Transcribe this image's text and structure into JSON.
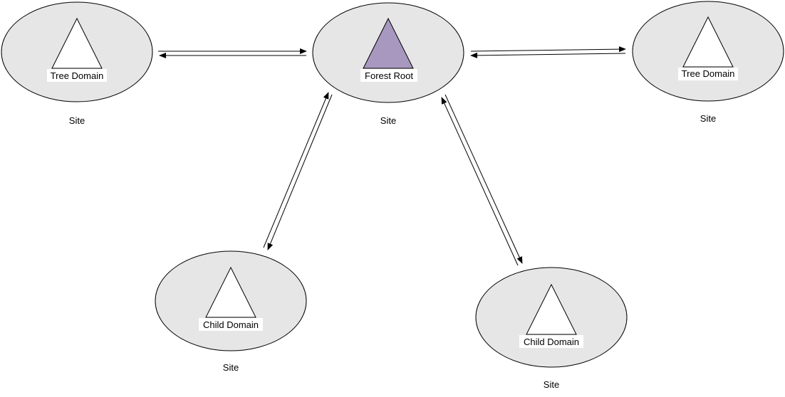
{
  "colors": {
    "site_fill": "#e6e6e6",
    "outline": "#000000",
    "domain_fill": "#ffffff",
    "forest_root_fill": "#a898c0",
    "background": "#ffffff"
  },
  "nodes": {
    "tree_domain_left": {
      "domain_label": "Tree Domain",
      "site_label": "Site"
    },
    "forest_root": {
      "domain_label": "Forest Root",
      "site_label": "Site"
    },
    "tree_domain_right": {
      "domain_label": "Tree Domain",
      "site_label": "Site"
    },
    "child_domain_left": {
      "domain_label": "Child Domain",
      "site_label": "Site"
    },
    "child_domain_right": {
      "domain_label": "Child Domain",
      "site_label": "Site"
    }
  },
  "connections": [
    {
      "from": "forest_root",
      "to": "tree_domain_left",
      "type": "two-way trust"
    },
    {
      "from": "forest_root",
      "to": "tree_domain_right",
      "type": "two-way trust"
    },
    {
      "from": "forest_root",
      "to": "child_domain_left",
      "type": "two-way trust"
    },
    {
      "from": "forest_root",
      "to": "child_domain_right",
      "type": "two-way trust"
    }
  ]
}
